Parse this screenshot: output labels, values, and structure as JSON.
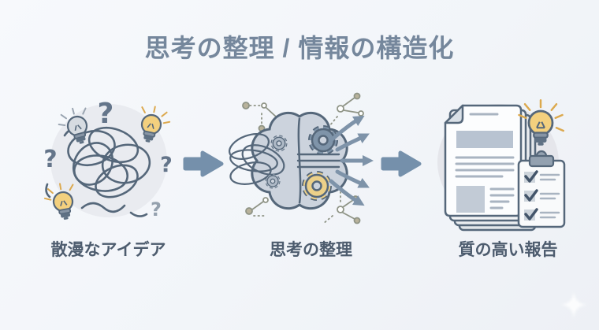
{
  "title": "思考の整理 / 情報の構造化",
  "glyphs": {
    "question_mark": "?"
  },
  "flow": {
    "stages": [
      {
        "label": "散漫なアイデア",
        "icon": "tangled-ideas-illustration"
      },
      {
        "label": "思考の整理",
        "icon": "brain-gears-illustration"
      },
      {
        "label": "質の高い報告",
        "icon": "documents-checklist-illustration"
      }
    ],
    "connector_icon": "right-arrow-icon"
  },
  "colors": {
    "background": "#f2f5f9",
    "title_text": "#75879c",
    "caption_text": "#4d5c6e",
    "outline": "#55677a",
    "arrow": "#7590ab",
    "fan_arrow": "#7e93a9",
    "circle_bg": "#e9ebf0",
    "brain_fill": "#ccd3dd",
    "gear_blue": "#7f94a9",
    "gear_yellow": "#ecd089",
    "bulb_yellow": "#f3d07e",
    "bulb_gray": "#d6dbe1",
    "doc_line": "#a9b4c1",
    "node_khaki": "#b8b29b"
  }
}
